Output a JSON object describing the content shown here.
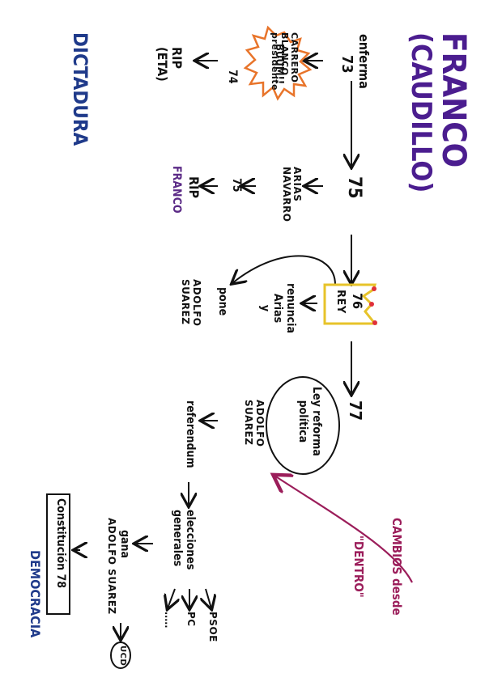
{
  "title": "FRANCO",
  "subtitle": "(CAUDILLO)",
  "left_label": "DICTADURA",
  "right_label": "DEMOCRACIA",
  "side_note": {
    "line1": "CAMBIOS desde",
    "line2": "\"DENTRO\""
  },
  "nodes": {
    "enferma": "enferma",
    "y73": "73",
    "carrero": "CARRERO\nBLANCO\npresidente",
    "boom": "BUUM!!",
    "y74": "74",
    "rip_eta": "RIP\n(ETA)",
    "y75a": "75",
    "arias_navarro": "ARIAS\nNAVARRO",
    "y75b": "75",
    "rip_franco_rip": "RIP",
    "rip_franco_name": "FRANCO",
    "y76": "76",
    "rey": "REY",
    "renuncia": "renuncia\nArias\ny",
    "pone": "pone",
    "adolfo_suarez_1": "ADOLFO\nSUAREZ",
    "y77": "77",
    "ley_reforma": "Ley reforma\npolítica",
    "adolfo_suarez_2": "ADOLFO\nSUAREZ",
    "referendum": "referendum",
    "elecciones": "elecciones\ngenerales",
    "gana": "gana",
    "adolfo_suarez_3": "ADOLFO SUAREZ",
    "ucd": "UCD",
    "psoe": "PSOE",
    "pc": "PC",
    "dots": ".....",
    "constitucion": "Constitución 78"
  },
  "colors": {
    "title": "#4b1d8f",
    "franco_rip": "#5b2a86",
    "dictadura": "#1f3a8a",
    "democracia": "#1f3a8a",
    "cambios": "#9b1d5a",
    "boom_outline": "#e8742a",
    "crown": "#e7c32a",
    "crown_dots": "#e0303a",
    "ink": "#111111"
  }
}
